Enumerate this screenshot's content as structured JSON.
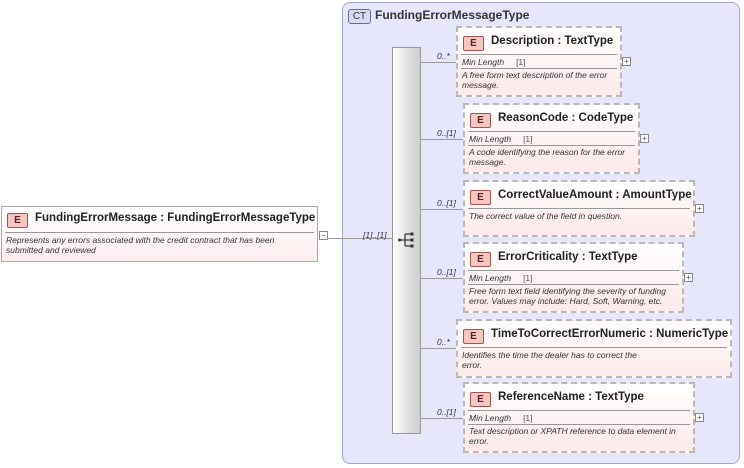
{
  "root": {
    "badge": "E",
    "name": "FundingErrorMessage",
    "type": "FundingErrorMessageType",
    "doc": "Represents any errors associated with the credit contract that has been submitted and reviewed",
    "collapse": "−",
    "cardinality": "[1]..[1]"
  },
  "complex_type": {
    "badge": "CT",
    "title": "FundingErrorMessageType"
  },
  "children": [
    {
      "badge": "E",
      "name": "Description",
      "type": "TextType",
      "cardinality": "0..*",
      "facet_label": "Min Length",
      "facet_value": "[1]",
      "doc": "A free form text description of the error message.",
      "expand": "+"
    },
    {
      "badge": "E",
      "name": "ReasonCode",
      "type": "CodeType",
      "cardinality": "0..[1]",
      "facet_label": "Min Length",
      "facet_value": "[1]",
      "doc": "A code identifying the reason for the error message.",
      "expand": "+"
    },
    {
      "badge": "E",
      "name": "CorrectValueAmount",
      "type": "AmountType",
      "cardinality": "0..[1]",
      "facet_label": "",
      "facet_value": "",
      "doc": "The correct value of the field in question.",
      "expand": "+"
    },
    {
      "badge": "E",
      "name": "ErrorCriticality",
      "type": "TextType",
      "cardinality": "0..[1]",
      "facet_label": "Min Length",
      "facet_value": "[1]",
      "doc": "Free form text field identifying the severity of funding error. Values may include: Hard, Soft, Warning, etc.",
      "expand": "+"
    },
    {
      "badge": "E",
      "name": "TimeToCorrectErrorNumeric",
      "type": "NumericType",
      "cardinality": "0..*",
      "facet_label": "",
      "facet_value": "",
      "doc": "Identifies the time the dealer has to correct the error.",
      "expand": ""
    },
    {
      "badge": "E",
      "name": "ReferenceName",
      "type": "TextType",
      "cardinality": "0..[1]",
      "facet_label": "Min Length",
      "facet_value": "[1]",
      "doc": "Text description or XPATH reference to data element in error.",
      "expand": "+"
    }
  ]
}
